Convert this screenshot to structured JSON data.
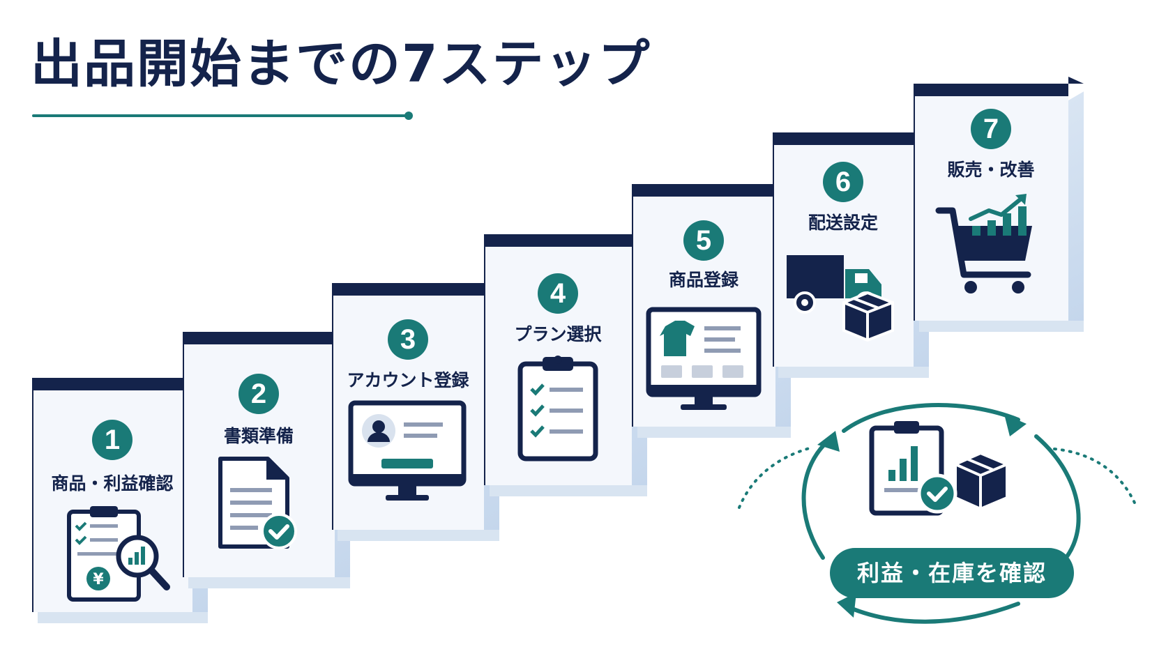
{
  "title": "出品開始までの7ステップ",
  "steps": [
    {
      "number": "1",
      "label": "商品・利益確認",
      "icon": "clipboard-magnifier-yen-icon"
    },
    {
      "number": "2",
      "label": "書類準備",
      "icon": "document-check-icon"
    },
    {
      "number": "3",
      "label": "アカウント登録",
      "icon": "monitor-profile-icon"
    },
    {
      "number": "4",
      "label": "プラン選択",
      "icon": "checklist-clipboard-icon"
    },
    {
      "number": "5",
      "label": "商品登録",
      "icon": "monitor-tshirt-icon"
    },
    {
      "number": "6",
      "label": "配送設定",
      "icon": "truck-box-icon"
    },
    {
      "number": "7",
      "label": "販売・改善",
      "icon": "cart-growth-icon"
    }
  ],
  "cycle": {
    "label": "利益・在庫を確認",
    "icon": "clipboard-chart-box-icon"
  },
  "colors": {
    "navy": "#14234b",
    "teal": "#1a7a77",
    "face": "#f4f7fc",
    "side": "#d0deef"
  }
}
